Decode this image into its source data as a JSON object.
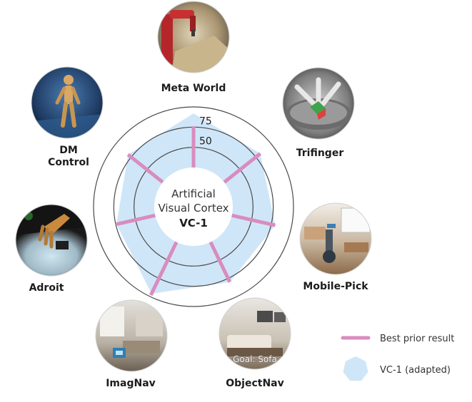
{
  "chart_data": {
    "type": "radar",
    "center_label": {
      "line1": "Artificial",
      "line2": "Visual Cortex",
      "line3": "VC-1"
    },
    "axes": [
      "Meta World",
      "Trifinger",
      "Mobile-Pick",
      "ObjectNav",
      "ImagNav",
      "Adroit",
      "DM Control"
    ],
    "radial_tick_labels": [
      "50",
      "75"
    ],
    "radial_ticks": [
      50,
      75
    ],
    "range": [
      25,
      100
    ],
    "series": [
      {
        "name": "VC-1 (adapted)",
        "type": "area",
        "values": [
          92,
          82,
          80,
          80,
          96,
          74,
          80
        ]
      },
      {
        "name": "Best prior result",
        "type": "bar",
        "values": [
          76,
          82,
          80,
          80,
          98,
          74,
          80
        ]
      }
    ],
    "legend": [
      {
        "label": "Best prior result",
        "marker": "line"
      },
      {
        "label": "VC-1 (adapted)",
        "marker": "heptagon"
      }
    ],
    "legend_position": "bottom-right",
    "annotations": {
      "objectnav_goal": "Goal: Sofa"
    },
    "colors": {
      "area_fill": "#cfe6f8",
      "bar": "#d98cbf",
      "grid": "#4a4a4a",
      "hole": "#ffffff",
      "text": "#1c1c1c"
    }
  }
}
